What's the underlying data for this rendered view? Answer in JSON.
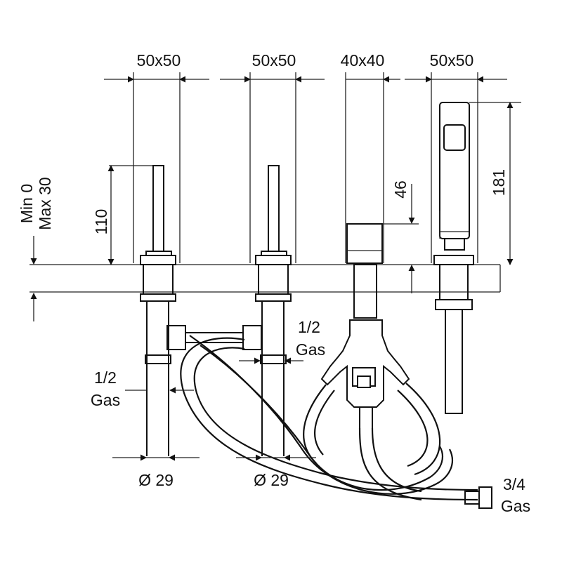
{
  "widths": {
    "left_spout": "50x50",
    "center_spout": "50x50",
    "diverter": "40x40",
    "hand_shower": "50x50"
  },
  "heights": {
    "spout": "110",
    "diverter": "46",
    "hand_shower": "181"
  },
  "deck": {
    "min": "Min 0",
    "max": "Max 30"
  },
  "connections": {
    "left_inlet": [
      "1/2",
      "Gas"
    ],
    "center_inlet": [
      "1/2",
      "Gas"
    ],
    "supply": [
      "3/4",
      "Gas"
    ]
  },
  "diameters": {
    "left": "Ø 29",
    "center": "Ø 29"
  }
}
